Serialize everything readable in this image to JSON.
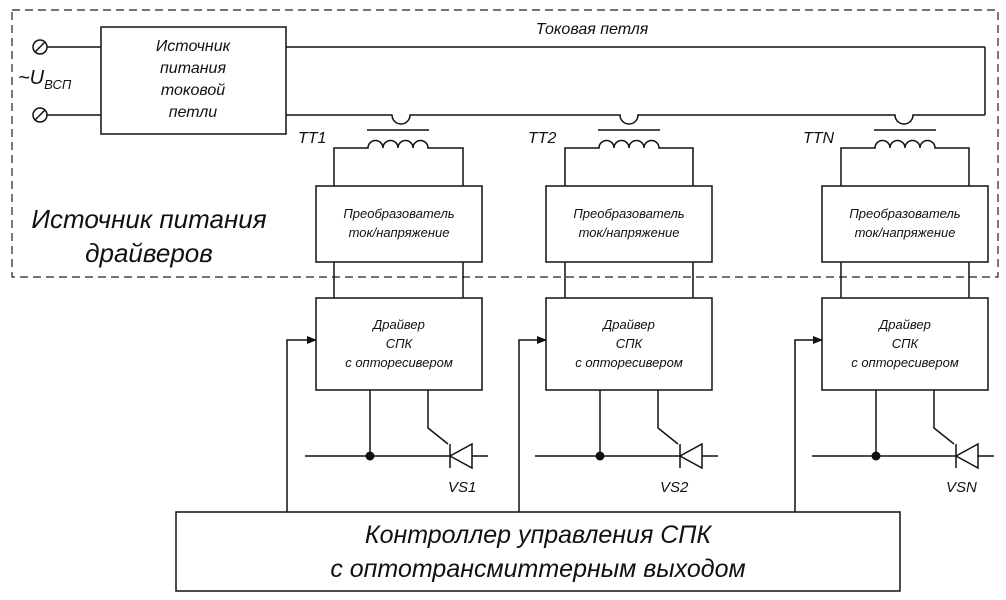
{
  "supply_label": "~U",
  "supply_subscript": "ВСП",
  "loop_source": {
    "line1": "Источник",
    "line2": "питания",
    "line3": "токовой",
    "line4": "петли"
  },
  "current_loop_label": "Токовая петля",
  "driver_supply_label": {
    "line1": "Источник питания",
    "line2": "драйверов"
  },
  "channels": [
    {
      "transformer": "TT1",
      "converter_line1": "Преобразователь",
      "converter_line2": "ток/напряжение",
      "driver_line1": "Драйвер",
      "driver_line2": "СПК",
      "driver_line3": "с опторесивером",
      "thyristor": "VS1"
    },
    {
      "transformer": "TT2",
      "converter_line1": "Преобразователь",
      "converter_line2": "ток/напряжение",
      "driver_line1": "Драйвер",
      "driver_line2": "СПК",
      "driver_line3": "с опторесивером",
      "thyristor": "VS2"
    },
    {
      "transformer": "TTN",
      "converter_line1": "Преобразователь",
      "converter_line2": "ток/напряжение",
      "driver_line1": "Драйвер",
      "driver_line2": "СПК",
      "driver_line3": "с опторесивером",
      "thyristor": "VSN"
    }
  ],
  "controller": {
    "line1": "Контроллер управления СПК",
    "line2": "с оптотрансмиттерным выходом"
  }
}
